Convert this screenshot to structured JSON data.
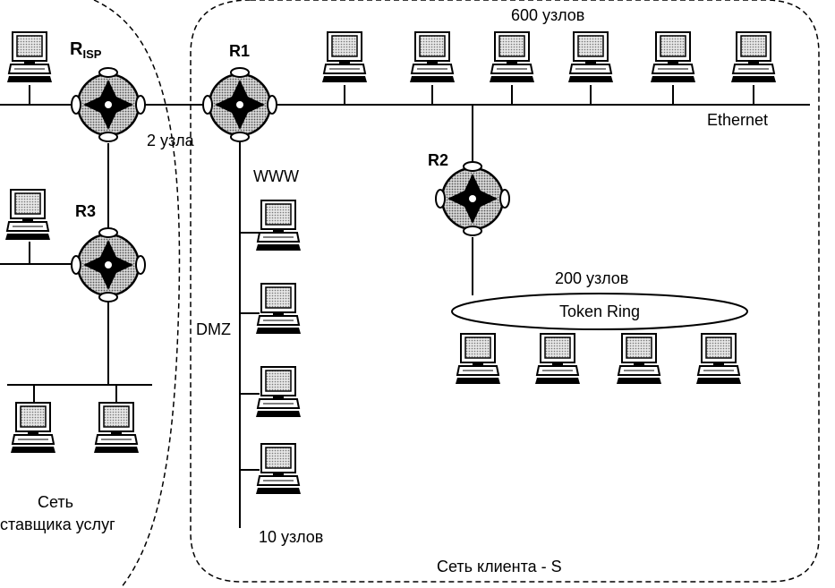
{
  "labels": {
    "nodes_600": "600 узлов",
    "ethernet": "Ethernet",
    "two_nodes": "2 узла",
    "www": "WWW",
    "dmz": "DMZ",
    "ten_nodes": "10 узлов",
    "nodes_200": "200 узлов",
    "token_ring": "Token Ring",
    "client_net": "Сеть клиента - S",
    "provider_line1": "Сеть",
    "provider_line2": "ставщика услуг"
  },
  "routers": {
    "r_isp_main": "R",
    "r_isp_sub": "ISP",
    "r1": "R1",
    "r2": "R2",
    "r3": "R3"
  },
  "colors": {
    "ink": "#000000",
    "fill": "#cfcfcf",
    "screen": "#bdbdbd",
    "background": "#ffffff"
  },
  "icons": {
    "computer": "computer-icon",
    "router": "router-icon"
  }
}
